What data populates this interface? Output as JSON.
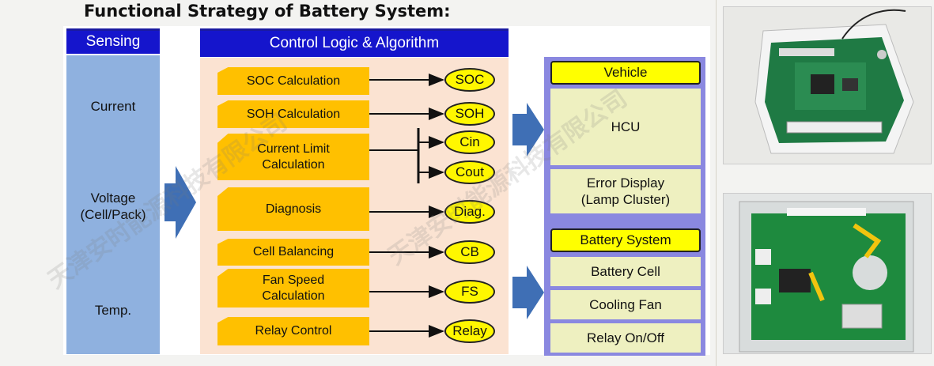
{
  "title": "Functional Strategy of Battery System:",
  "sensing": {
    "header": "Sensing",
    "items": [
      "Current",
      "Voltage\n(Cell/Pack)",
      "Temp."
    ]
  },
  "control": {
    "header": "Control Logic & Algorithm",
    "blocks": [
      {
        "label": "SOC Calculation"
      },
      {
        "label": "SOH Calculation"
      },
      {
        "label": "Current Limit\nCalculation"
      },
      {
        "label": "Diagnosis"
      },
      {
        "label": "Cell Balancing"
      },
      {
        "label": "Fan Speed\nCalculation"
      },
      {
        "label": "Relay Control"
      }
    ],
    "outputs": [
      "SOC",
      "SOH",
      "Cin",
      "Cout",
      "Diag.",
      "CB",
      "FS",
      "Relay"
    ]
  },
  "vehicle": {
    "header": "Vehicle",
    "items": [
      "HCU",
      "Error Display\n(Lamp Cluster)"
    ]
  },
  "battery_system": {
    "header": "Battery System",
    "items": [
      "Battery Cell",
      "Cooling Fan",
      "Relay On/Off"
    ]
  },
  "watermark": "天津安时能源科技有限公司",
  "colors": {
    "sensing_header": "#1515cc",
    "sensing_column": "#8fb1df",
    "logic_bg": "#fbe3d2",
    "block": "#ffc000",
    "oval": "#fff700",
    "output_frame": "#8a88e0",
    "output_box": "#eef0c0",
    "arrow": "#3f6fb5"
  }
}
